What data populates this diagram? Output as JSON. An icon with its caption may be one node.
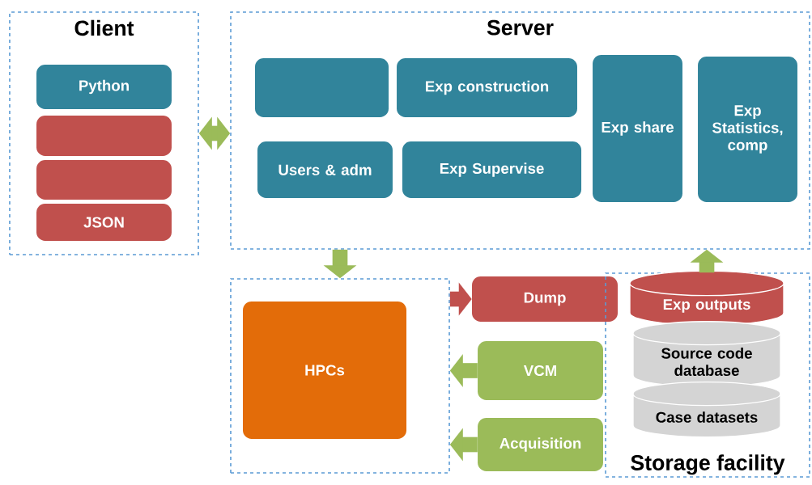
{
  "diagram": {
    "nodes": [
      {
        "text": [
          "Client"
        ]
      },
      {
        "text": [
          "Python"
        ],
        "in": 0
      },
      {
        "text": [],
        "shape": "box",
        "in": 0
      },
      {
        "text": [],
        "shape": "box",
        "in": 0
      },
      {
        "text": [
          "JSON"
        ],
        "in": 0
      },
      {
        "text": [
          "Server"
        ]
      },
      {
        "text": [],
        "shape": "box",
        "in": 5
      },
      {
        "text": [
          "Exp construction"
        ],
        "in": 5
      },
      {
        "text": [
          "Users & adm"
        ],
        "in": 5
      },
      {
        "text": [
          "Exp Supervise"
        ],
        "in": 5
      },
      {
        "text": [
          "Exp share"
        ],
        "in": 5
      },
      {
        "text": [
          "Exp Statistics, comp"
        ],
        "in": 5
      },
      {
        "text": [],
        "shape": "box"
      },
      {
        "text": [
          "HPCs"
        ],
        "in": 12
      },
      {
        "text": [
          "Dump"
        ]
      },
      {
        "text": [
          "VCM"
        ]
      },
      {
        "text": [
          "Acquisition"
        ]
      },
      {
        "text": [
          "Storage facility"
        ]
      },
      {
        "text": [
          "Exp outputs"
        ],
        "in": 17
      },
      {
        "text": [
          "Source code database"
        ],
        "in": 17
      },
      {
        "text": [
          "Case datasets"
        ],
        "in": 17
      }
    ],
    "edges": [
      {
        "from": 0,
        "to": 5,
        "arrow": "both"
      },
      {
        "from": 5,
        "to": 12,
        "arrow": "to"
      },
      {
        "from": 17,
        "to": 5,
        "arrow": "to"
      },
      {
        "from": 12,
        "to": 14,
        "arrow": "to",
        "color": "#c0504d"
      },
      {
        "from": 15,
        "to": 12,
        "arrow": "to"
      },
      {
        "from": 16,
        "to": 12,
        "arrow": "to"
      }
    ]
  }
}
